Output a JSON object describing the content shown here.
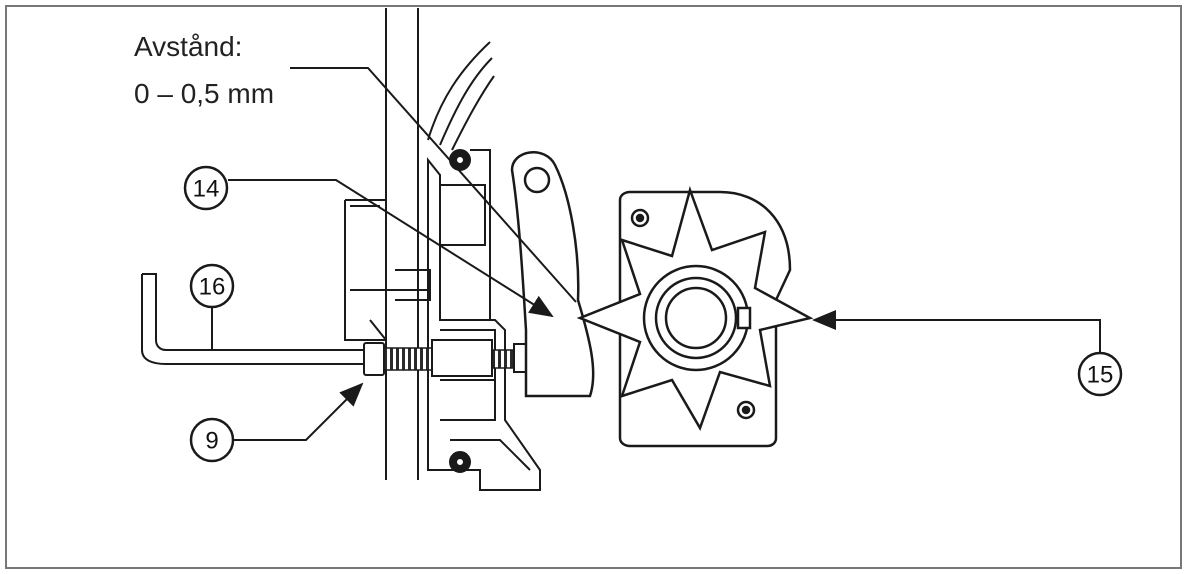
{
  "diagram": {
    "distance_label": {
      "line1": "Avstånd:",
      "line2": "0 – 0,5 mm"
    },
    "callouts": {
      "c14": "14",
      "c16": "16",
      "c9": "9",
      "c15": "15"
    }
  }
}
